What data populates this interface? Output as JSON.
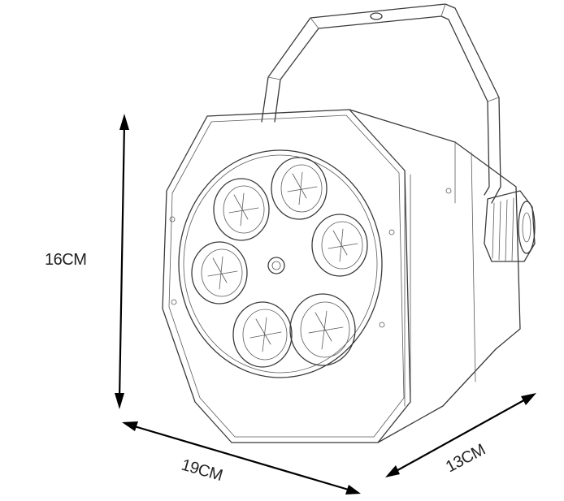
{
  "dimensions": {
    "height_label": "16CM",
    "width_label": "19CM",
    "depth_label": "13CM"
  },
  "colors": {
    "line": "#3a3a3a",
    "arrow": "#000000",
    "background": "#ffffff"
  },
  "product": {
    "lens_count": 6
  }
}
